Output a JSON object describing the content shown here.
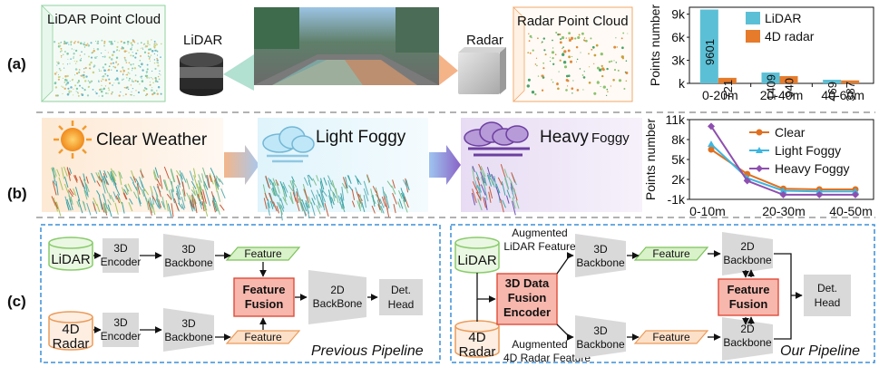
{
  "row_labels": [
    "(a)",
    "(b)",
    "(c)"
  ],
  "row_a": {
    "lidar_cloud_title": "LiDAR Point Cloud",
    "lidar_label": "LiDAR",
    "radar_label": "Radar",
    "radar_cloud_title": "Radar Point Cloud"
  },
  "row_b": {
    "clear_title": "Clear Weather",
    "light_title": "Light Foggy",
    "heavy_title_main": "Heavy",
    "heavy_title_sub": "Foggy"
  },
  "chart_data": [
    {
      "type": "bar",
      "ylabel": "Points number",
      "categories": [
        "0-20m",
        "20-40m",
        "40-60m"
      ],
      "yticks": [
        "k",
        "3k",
        "6k",
        "9k"
      ],
      "ylim": [
        0,
        9900
      ],
      "legend_position": "top-right",
      "series": [
        {
          "name": "LiDAR",
          "values": [
            9601,
            1409,
            469
          ],
          "color": "#5bc0d6"
        },
        {
          "name": "4D radar",
          "values": [
            721,
            940,
            387
          ],
          "color": "#e57b2b"
        }
      ],
      "data_labels": [
        [
          "9601",
          "1409",
          "469"
        ],
        [
          "721",
          "940",
          "387"
        ]
      ]
    },
    {
      "type": "line",
      "ylabel": "Points number",
      "categories": [
        "0-10m",
        "20-30m",
        "40-50m"
      ],
      "yticks": [
        "-1k",
        "2k",
        "5k",
        "8k",
        "11k"
      ],
      "ylim": [
        -1000,
        11000
      ],
      "legend_position": "top-right",
      "series": [
        {
          "name": "Clear",
          "values": [
            6500,
            2800,
            600,
            500,
            500
          ],
          "color": "#e07020",
          "marker": "circle"
        },
        {
          "name": "Light Foggy",
          "values": [
            7300,
            2200,
            300,
            200,
            200
          ],
          "color": "#3db6e0",
          "marker": "triangle"
        },
        {
          "name": "Heavy Foggy",
          "values": [
            10000,
            1800,
            -300,
            -300,
            -300
          ],
          "color": "#8e4fb0",
          "marker": "diamond"
        }
      ]
    }
  ],
  "pipeline_previous": {
    "lidar": "LiDAR",
    "radar_line1": "4D",
    "radar_line2": "Radar",
    "encoder_line1": "3D",
    "encoder_line2": "Encoder",
    "backbone_line1": "3D",
    "backbone_line2": "Backbone",
    "feature": "Feature",
    "fusion_line1": "Feature",
    "fusion_line2": "Fusion",
    "backbone2d_line1": "2D",
    "backbone2d_line2": "BackBone",
    "head_line1": "Det.",
    "head_line2": "Head",
    "caption": "Previous Pipeline"
  },
  "pipeline_ours": {
    "lidar": "LiDAR",
    "radar_line1": "4D",
    "radar_line2": "Radar",
    "aug_lidar_line1": "Augmented",
    "aug_lidar_line2": "LiDAR Feature",
    "aug_radar_line1": "Augmented",
    "aug_radar_line2": "4D Radar Feature",
    "encoder_line1": "3D Data",
    "encoder_line2": "Fusion",
    "encoder_line3": "Encoder",
    "backbone_line1": "3D",
    "backbone_line2": "Backbone",
    "feature": "Feature",
    "backbone2d_line1": "2D",
    "backbone2d_line2": "Backbone",
    "fusion_line1": "Feature",
    "fusion_line2": "Fusion",
    "head_line1": "Det.",
    "head_line2": "Head",
    "caption": "Our Pipeline"
  }
}
